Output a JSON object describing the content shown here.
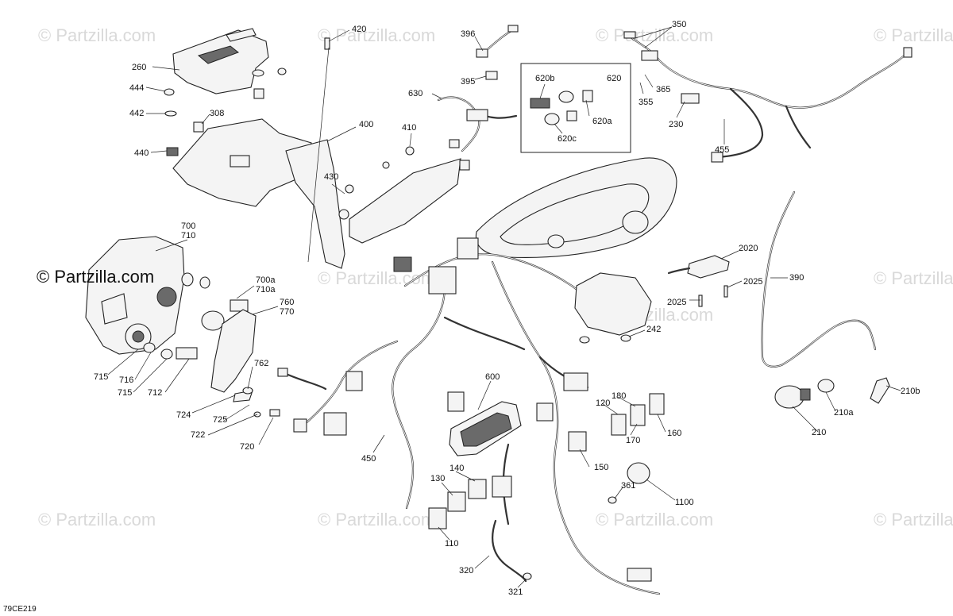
{
  "watermark": "© Partzilla.com",
  "logo_text": "© Partzilla.com",
  "figure_ref": "79CE219",
  "callouts": [
    "420",
    "396",
    "350",
    "260",
    "444",
    "442",
    "308",
    "440",
    "400",
    "410",
    "395",
    "630",
    "620b",
    "620",
    "620a",
    "620c",
    "365",
    "355",
    "230",
    "455",
    "430",
    "700",
    "710",
    "700a",
    "710a",
    "760",
    "770",
    "2020",
    "2025",
    "390",
    "242",
    "762",
    "715",
    "716",
    "712",
    "724",
    "725",
    "722",
    "720",
    "600",
    "120",
    "180",
    "160",
    "170",
    "150",
    "210b",
    "210a",
    "210",
    "450",
    "140",
    "130",
    "361",
    "1100",
    "110",
    "320",
    "321"
  ]
}
